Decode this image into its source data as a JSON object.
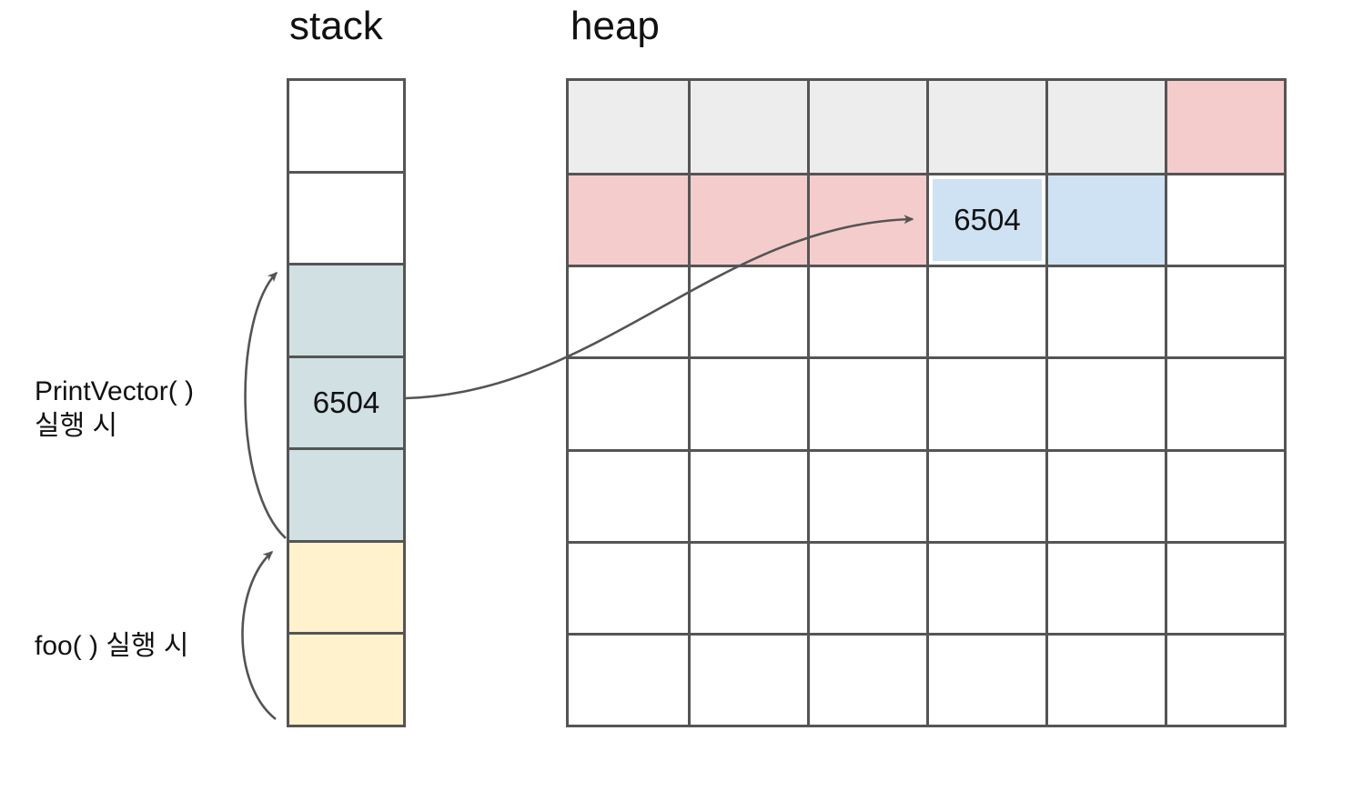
{
  "labels": {
    "stack_title": "stack",
    "heap_title": "heap"
  },
  "annotations": {
    "print_vector_line1": "PrintVector( )",
    "print_vector_line2": "실행 시",
    "foo_label": "foo( ) 실행 시"
  },
  "pointer": {
    "stack_value": "6504",
    "heap_value": "6504"
  },
  "colors": {
    "grid_line": "#555555",
    "arrow": "#545454",
    "white": "#ffffff",
    "gray": "#ededed",
    "pink": "#f4cccc",
    "blue": "#cfe2f3",
    "cyan": "#d0e0e3",
    "yellow": "#fff2cc"
  },
  "stack": {
    "cells": [
      {
        "fill": "white",
        "text": ""
      },
      {
        "fill": "white",
        "text": ""
      },
      {
        "fill": "cyan",
        "text": ""
      },
      {
        "fill": "cyan",
        "text": "6504"
      },
      {
        "fill": "cyan",
        "text": ""
      },
      {
        "fill": "yellow",
        "text": ""
      },
      {
        "fill": "yellow",
        "text": ""
      }
    ]
  },
  "heap": {
    "rows": [
      [
        {
          "fill": "gray"
        },
        {
          "fill": "gray"
        },
        {
          "fill": "gray"
        },
        {
          "fill": "gray"
        },
        {
          "fill": "gray"
        },
        {
          "fill": "pink"
        }
      ],
      [
        {
          "fill": "pink"
        },
        {
          "fill": "pink"
        },
        {
          "fill": "pink"
        },
        {
          "fill": "blue",
          "text": "6504",
          "outlined": true
        },
        {
          "fill": "blue"
        },
        {
          "fill": "white"
        }
      ],
      [
        {
          "fill": "white"
        },
        {
          "fill": "white"
        },
        {
          "fill": "white"
        },
        {
          "fill": "white"
        },
        {
          "fill": "white"
        },
        {
          "fill": "white"
        }
      ],
      [
        {
          "fill": "white"
        },
        {
          "fill": "white"
        },
        {
          "fill": "white"
        },
        {
          "fill": "white"
        },
        {
          "fill": "white"
        },
        {
          "fill": "white"
        }
      ],
      [
        {
          "fill": "white"
        },
        {
          "fill": "white"
        },
        {
          "fill": "white"
        },
        {
          "fill": "white"
        },
        {
          "fill": "white"
        },
        {
          "fill": "white"
        }
      ],
      [
        {
          "fill": "white"
        },
        {
          "fill": "white"
        },
        {
          "fill": "white"
        },
        {
          "fill": "white"
        },
        {
          "fill": "white"
        },
        {
          "fill": "white"
        }
      ],
      [
        {
          "fill": "white"
        },
        {
          "fill": "white"
        },
        {
          "fill": "white"
        },
        {
          "fill": "white"
        },
        {
          "fill": "white"
        },
        {
          "fill": "white"
        }
      ]
    ]
  }
}
